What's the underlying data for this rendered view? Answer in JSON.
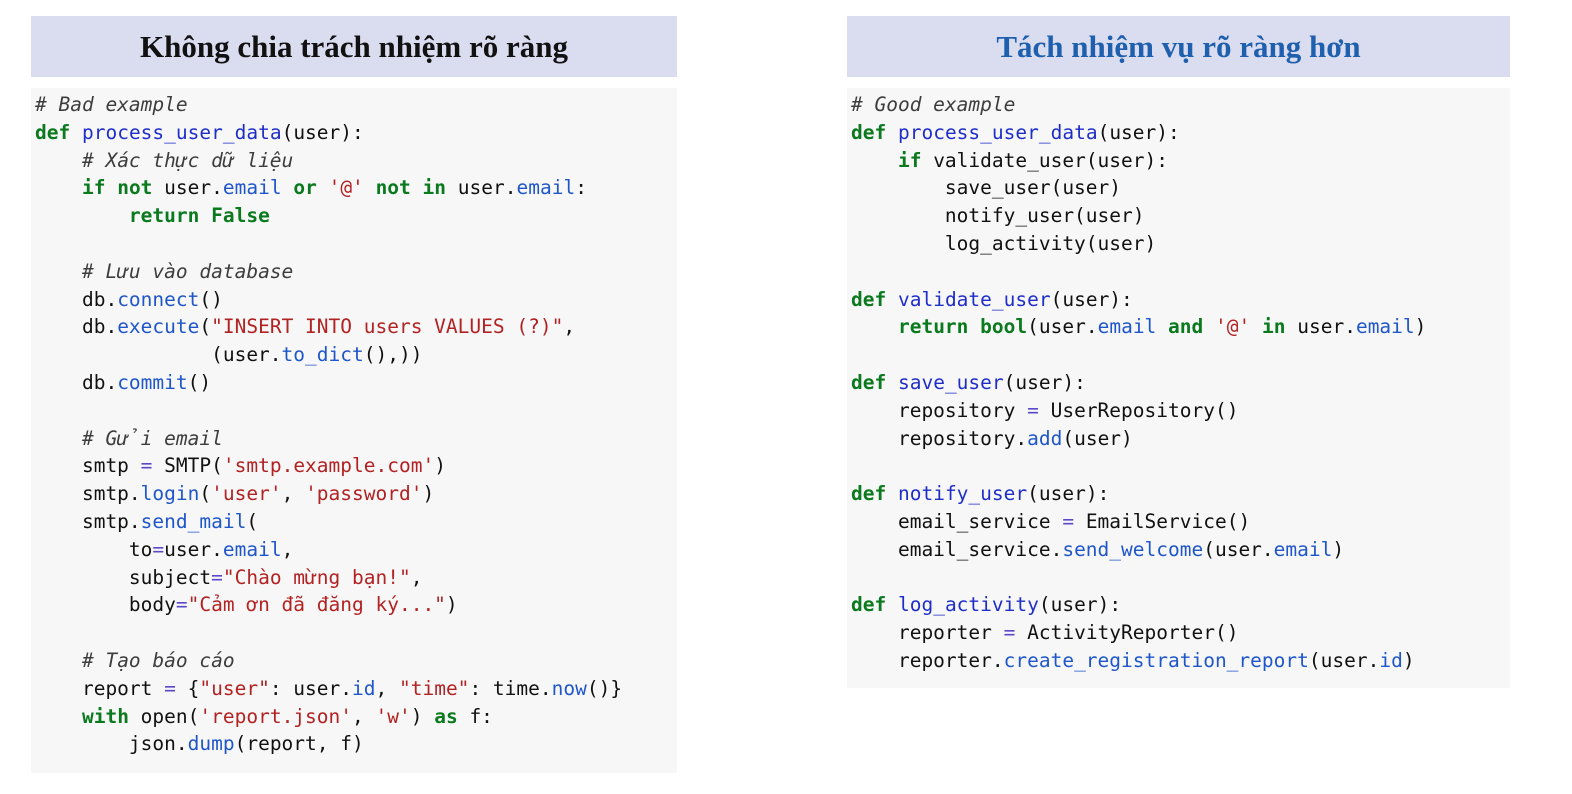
{
  "headers": {
    "left": "Không chia trách nhiệm rõ ràng",
    "right": "Tách nhiệm vụ rõ ràng hơn"
  },
  "bad_code": [
    [
      [
        "c",
        "# Bad example"
      ]
    ],
    [
      [
        "k",
        "def"
      ],
      [
        "t",
        " "
      ],
      [
        "f",
        "process_user_data"
      ],
      [
        "t",
        "(user):"
      ]
    ],
    [
      [
        "t",
        "    "
      ],
      [
        "c",
        "# Xác thực dữ liệu"
      ]
    ],
    [
      [
        "t",
        "    "
      ],
      [
        "k",
        "if"
      ],
      [
        "t",
        " "
      ],
      [
        "k",
        "not"
      ],
      [
        "t",
        " user."
      ],
      [
        "a",
        "email"
      ],
      [
        "t",
        " "
      ],
      [
        "k",
        "or"
      ],
      [
        "t",
        " "
      ],
      [
        "s",
        "'@'"
      ],
      [
        "t",
        " "
      ],
      [
        "k",
        "not"
      ],
      [
        "t",
        " "
      ],
      [
        "k",
        "in"
      ],
      [
        "t",
        " user."
      ],
      [
        "a",
        "email"
      ],
      [
        "t",
        ":"
      ]
    ],
    [
      [
        "t",
        "        "
      ],
      [
        "k",
        "return"
      ],
      [
        "t",
        " "
      ],
      [
        "k",
        "False"
      ]
    ],
    [],
    [
      [
        "t",
        "    "
      ],
      [
        "c",
        "# Lưu vào database"
      ]
    ],
    [
      [
        "t",
        "    db."
      ],
      [
        "a",
        "connect"
      ],
      [
        "t",
        "()"
      ]
    ],
    [
      [
        "t",
        "    db."
      ],
      [
        "a",
        "execute"
      ],
      [
        "t",
        "("
      ],
      [
        "s",
        "\"INSERT INTO users VALUES (?)\""
      ],
      [
        "t",
        ","
      ]
    ],
    [
      [
        "t",
        "               (user."
      ],
      [
        "a",
        "to_dict"
      ],
      [
        "t",
        "(),))"
      ]
    ],
    [
      [
        "t",
        "    db."
      ],
      [
        "a",
        "commit"
      ],
      [
        "t",
        "()"
      ]
    ],
    [],
    [
      [
        "t",
        "    "
      ],
      [
        "c",
        "# Gửi email"
      ]
    ],
    [
      [
        "t",
        "    smtp "
      ],
      [
        "o",
        "="
      ],
      [
        "t",
        " SMTP("
      ],
      [
        "s",
        "'smtp.example.com'"
      ],
      [
        "t",
        ")"
      ]
    ],
    [
      [
        "t",
        "    smtp."
      ],
      [
        "a",
        "login"
      ],
      [
        "t",
        "("
      ],
      [
        "s",
        "'user'"
      ],
      [
        "t",
        ", "
      ],
      [
        "s",
        "'password'"
      ],
      [
        "t",
        ")"
      ]
    ],
    [
      [
        "t",
        "    smtp."
      ],
      [
        "a",
        "send_mail"
      ],
      [
        "t",
        "("
      ]
    ],
    [
      [
        "t",
        "        to"
      ],
      [
        "o",
        "="
      ],
      [
        "t",
        "user."
      ],
      [
        "a",
        "email"
      ],
      [
        "t",
        ","
      ]
    ],
    [
      [
        "t",
        "        subject"
      ],
      [
        "o",
        "="
      ],
      [
        "s",
        "\"Chào mừng bạn!\""
      ],
      [
        "t",
        ","
      ]
    ],
    [
      [
        "t",
        "        body"
      ],
      [
        "o",
        "="
      ],
      [
        "s",
        "\"Cảm ơn đã đăng ký...\""
      ],
      [
        "t",
        ")"
      ]
    ],
    [],
    [
      [
        "t",
        "    "
      ],
      [
        "c",
        "# Tạo báo cáo"
      ]
    ],
    [
      [
        "t",
        "    report "
      ],
      [
        "o",
        "="
      ],
      [
        "t",
        " {"
      ],
      [
        "s",
        "\"user\""
      ],
      [
        "t",
        ": user."
      ],
      [
        "a",
        "id"
      ],
      [
        "t",
        ", "
      ],
      [
        "s",
        "\"time\""
      ],
      [
        "t",
        ": time."
      ],
      [
        "a",
        "now"
      ],
      [
        "t",
        "()}"
      ]
    ],
    [
      [
        "t",
        "    "
      ],
      [
        "k",
        "with"
      ],
      [
        "t",
        " open("
      ],
      [
        "s",
        "'report.json'"
      ],
      [
        "t",
        ", "
      ],
      [
        "s",
        "'w'"
      ],
      [
        "t",
        ") "
      ],
      [
        "k",
        "as"
      ],
      [
        "t",
        " f:"
      ]
    ],
    [
      [
        "t",
        "        json."
      ],
      [
        "a",
        "dump"
      ],
      [
        "t",
        "(report, f)"
      ]
    ]
  ],
  "good_code": [
    [
      [
        "c",
        "# Good example"
      ]
    ],
    [
      [
        "k",
        "def"
      ],
      [
        "t",
        " "
      ],
      [
        "f",
        "process_user_data"
      ],
      [
        "t",
        "(user):"
      ]
    ],
    [
      [
        "t",
        "    "
      ],
      [
        "k",
        "if"
      ],
      [
        "t",
        " validate_user(user):"
      ]
    ],
    [
      [
        "t",
        "        save_user(user)"
      ]
    ],
    [
      [
        "t",
        "        notify_user(user)"
      ]
    ],
    [
      [
        "t",
        "        log_activity(user)"
      ]
    ],
    [],
    [
      [
        "k",
        "def"
      ],
      [
        "t",
        " "
      ],
      [
        "f",
        "validate_user"
      ],
      [
        "t",
        "(user):"
      ]
    ],
    [
      [
        "t",
        "    "
      ],
      [
        "k",
        "return"
      ],
      [
        "t",
        " "
      ],
      [
        "k",
        "bool"
      ],
      [
        "t",
        "(user."
      ],
      [
        "a",
        "email"
      ],
      [
        "t",
        " "
      ],
      [
        "k",
        "and"
      ],
      [
        "t",
        " "
      ],
      [
        "s",
        "'@'"
      ],
      [
        "t",
        " "
      ],
      [
        "k",
        "in"
      ],
      [
        "t",
        " user."
      ],
      [
        "a",
        "email"
      ],
      [
        "t",
        ")"
      ]
    ],
    [],
    [
      [
        "k",
        "def"
      ],
      [
        "t",
        " "
      ],
      [
        "f",
        "save_user"
      ],
      [
        "t",
        "(user):"
      ]
    ],
    [
      [
        "t",
        "    repository "
      ],
      [
        "o",
        "="
      ],
      [
        "t",
        " UserRepository()"
      ]
    ],
    [
      [
        "t",
        "    repository."
      ],
      [
        "a",
        "add"
      ],
      [
        "t",
        "(user)"
      ]
    ],
    [],
    [
      [
        "k",
        "def"
      ],
      [
        "t",
        " "
      ],
      [
        "f",
        "notify_user"
      ],
      [
        "t",
        "(user):"
      ]
    ],
    [
      [
        "t",
        "    email_service "
      ],
      [
        "o",
        "="
      ],
      [
        "t",
        " EmailService()"
      ]
    ],
    [
      [
        "t",
        "    email_service."
      ],
      [
        "a",
        "send_welcome"
      ],
      [
        "t",
        "(user."
      ],
      [
        "a",
        "email"
      ],
      [
        "t",
        ")"
      ]
    ],
    [],
    [
      [
        "k",
        "def"
      ],
      [
        "t",
        " "
      ],
      [
        "f",
        "log_activity"
      ],
      [
        "t",
        "(user):"
      ]
    ],
    [
      [
        "t",
        "    reporter "
      ],
      [
        "o",
        "="
      ],
      [
        "t",
        " ActivityReporter()"
      ]
    ],
    [
      [
        "t",
        "    reporter."
      ],
      [
        "a",
        "create_registration_report"
      ],
      [
        "t",
        "(user."
      ],
      [
        "a",
        "id"
      ],
      [
        "t",
        ")"
      ]
    ]
  ]
}
